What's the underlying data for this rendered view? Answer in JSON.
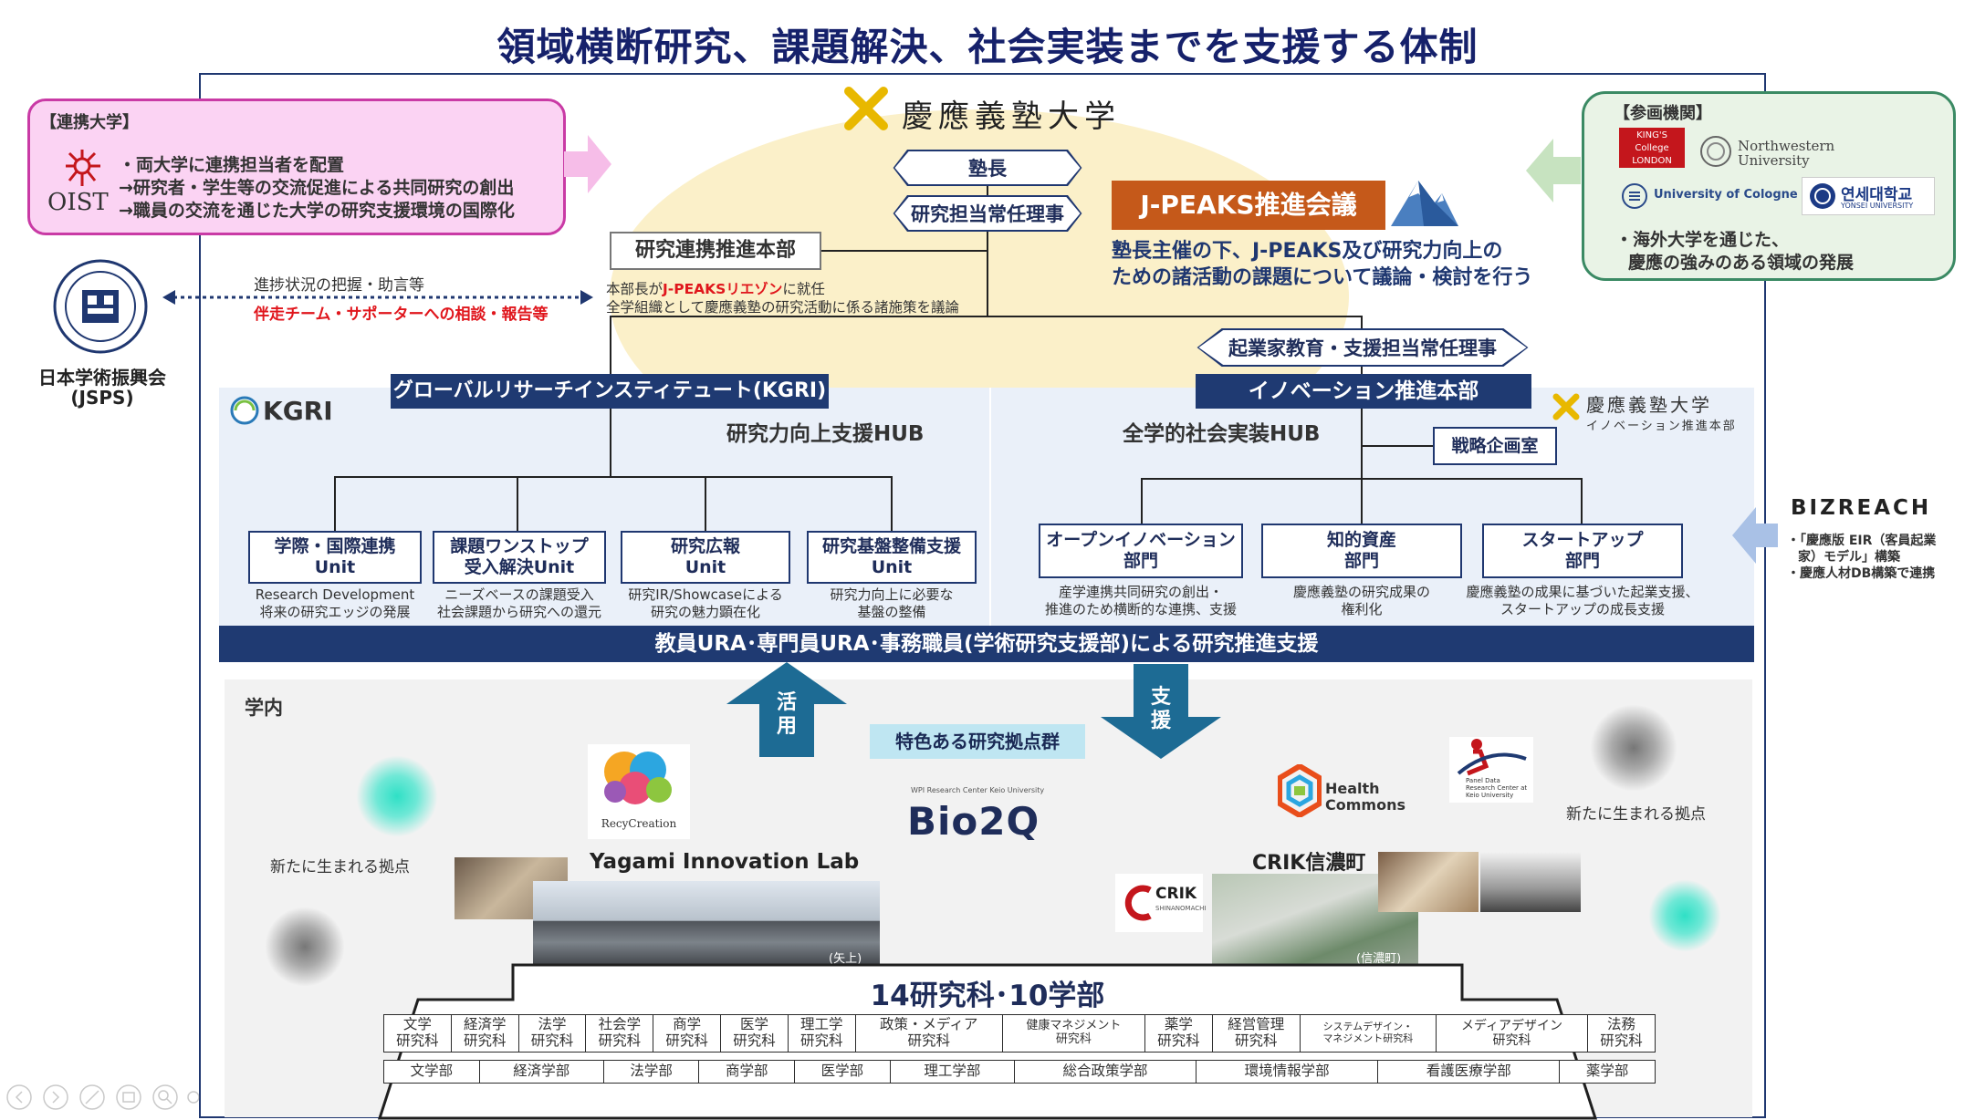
{
  "title": "領域横断研究、課題解決、社会実装までを支援する体制",
  "keio": {
    "logo_text": "慶應義塾大学",
    "logo_sub": "イノベーション推進本部"
  },
  "hq": {
    "president": "塾長",
    "director": "研究担当常任理事",
    "research_hq": "研究連携推進本部",
    "research_hq_note1_pre": "本部長が",
    "research_hq_note1_hl": "J-PEAKSリエゾン",
    "research_hq_note1_post": "に就任",
    "research_hq_note2": "全学組織として慶應義塾の研究活動に係る諸施策を議論",
    "entre": "起業家教育・支援担当常任理事"
  },
  "jpeaks": {
    "name": "J-PEAKS推進会議",
    "desc1": "塾長主催の下、J-PEAKS及び研究力向上の",
    "desc2": "ための諸活動の課題について議論・検討を行う"
  },
  "partners_univ": {
    "heading": "【連携大学】",
    "logo": "OIST",
    "lines": [
      "・両大学に連携担当者を配置",
      "→研究者・学生等の交流促進による共同研究の創出",
      "→職員の交流を通じた大学の研究支援環境の国際化"
    ]
  },
  "partners_inst": {
    "heading": "【参画機関】",
    "logos": [
      "KING'S College LONDON",
      "Northwestern University",
      "University of Cologne",
      "연세대학교"
    ],
    "logo_sub": "YONSEI UNIVERSITY",
    "lines": [
      "・海外大学を通じた、",
      "慶應の強みのある領域の発展"
    ]
  },
  "jsps": {
    "name": "日本学術振興会",
    "abbr": "(JSPS)",
    "note1": "進捗状況の把握・助言等",
    "note2": "伴走チーム・サポーターへの相談・報告等"
  },
  "kgri": {
    "bar": "グローバルリサーチインスティテュート(KGRI)",
    "logo": "KGRI",
    "hub": "研究力向上支援HUB",
    "units": [
      {
        "name1": "学際・国際連携",
        "name2": "Unit",
        "desc1": "Research Development",
        "desc2": "将来の研究エッジの発展"
      },
      {
        "name1": "課題ワンストップ",
        "name2": "受入解決Unit",
        "desc1": "ニーズベースの課題受入",
        "desc2": "社会課題から研究への還元"
      },
      {
        "name1": "研究広報",
        "name2": "Unit",
        "desc1": "研究IR/Showcaseによる",
        "desc2": "研究の魅力顕在化"
      },
      {
        "name1": "研究基盤整備支援",
        "name2": "Unit",
        "desc1": "研究力向上に必要な",
        "desc2": "基盤の整備"
      }
    ]
  },
  "innov": {
    "bar": "イノベーション推進本部",
    "hub": "全学的社会実装HUB",
    "strategy": "戦略企画室",
    "depts": [
      {
        "name1": "オープンイノベーション",
        "name2": "部門",
        "desc1": "産学連携共同研究の創出・",
        "desc2": "推進のため横断的な連携、支援"
      },
      {
        "name1": "知的資産",
        "name2": "部門",
        "desc1": "慶應義塾の研究成果の",
        "desc2": "権利化"
      },
      {
        "name1": "スタートアップ",
        "name2": "部門",
        "desc1": "慶應義塾の成果に基づいた起業支援、",
        "desc2": "スタートアップの成長支援"
      }
    ]
  },
  "bizreach": {
    "logo": "BIZREACH",
    "lines": [
      "・「慶應版 EIR（客員起業",
      "家）モデル」構築",
      "・慶應人材DB構築で連携"
    ]
  },
  "ura": "教員URA･専門員URA･事務職員(学術研究支援部)による研究推進支援",
  "campus": {
    "label": "学内",
    "up_arrow": "活用",
    "down_arrow": "支援",
    "tag": "特色ある研究拠点群",
    "new_left": "新たに生まれる拠点",
    "new_right": "新たに生まれる拠点",
    "yagami": "Yagami Innovation Lab",
    "recy": "RecyCreation",
    "bio2q": "Bio2Q",
    "bio2q_sub": "WPI Research Center Keio University",
    "health": "Health Commons",
    "crik": "CRIK",
    "crik_sub": "SHINANOMACHI",
    "crik_label": "CRIK信濃町",
    "panel": "Panel Data Research Center at Keio University",
    "yagami_caption": "(矢上)",
    "crik_caption": "(信濃町)"
  },
  "faculties": {
    "heading": "14研究科･10学部",
    "grad": [
      [
        "文学",
        "研究科"
      ],
      [
        "経済学",
        "研究科"
      ],
      [
        "法学",
        "研究科"
      ],
      [
        "社会学",
        "研究科"
      ],
      [
        "商学",
        "研究科"
      ],
      [
        "医学",
        "研究科"
      ],
      [
        "理工学",
        "研究科"
      ],
      [
        "政策・メディア",
        "研究科"
      ],
      [
        "健康マネジメント",
        "研究科"
      ],
      [
        "薬学",
        "研究科"
      ],
      [
        "経営管理",
        "研究科"
      ],
      [
        "システムデザイン・",
        "マネジメント研究科"
      ],
      [
        "メディアデザイン",
        "研究科"
      ],
      [
        "法務",
        "研究科"
      ]
    ],
    "undergrad": [
      "文学部",
      "経済学部",
      "法学部",
      "商学部",
      "医学部",
      "理工学部",
      "総合政策学部",
      "環境情報学部",
      "看護医療学部",
      "薬学部"
    ]
  }
}
